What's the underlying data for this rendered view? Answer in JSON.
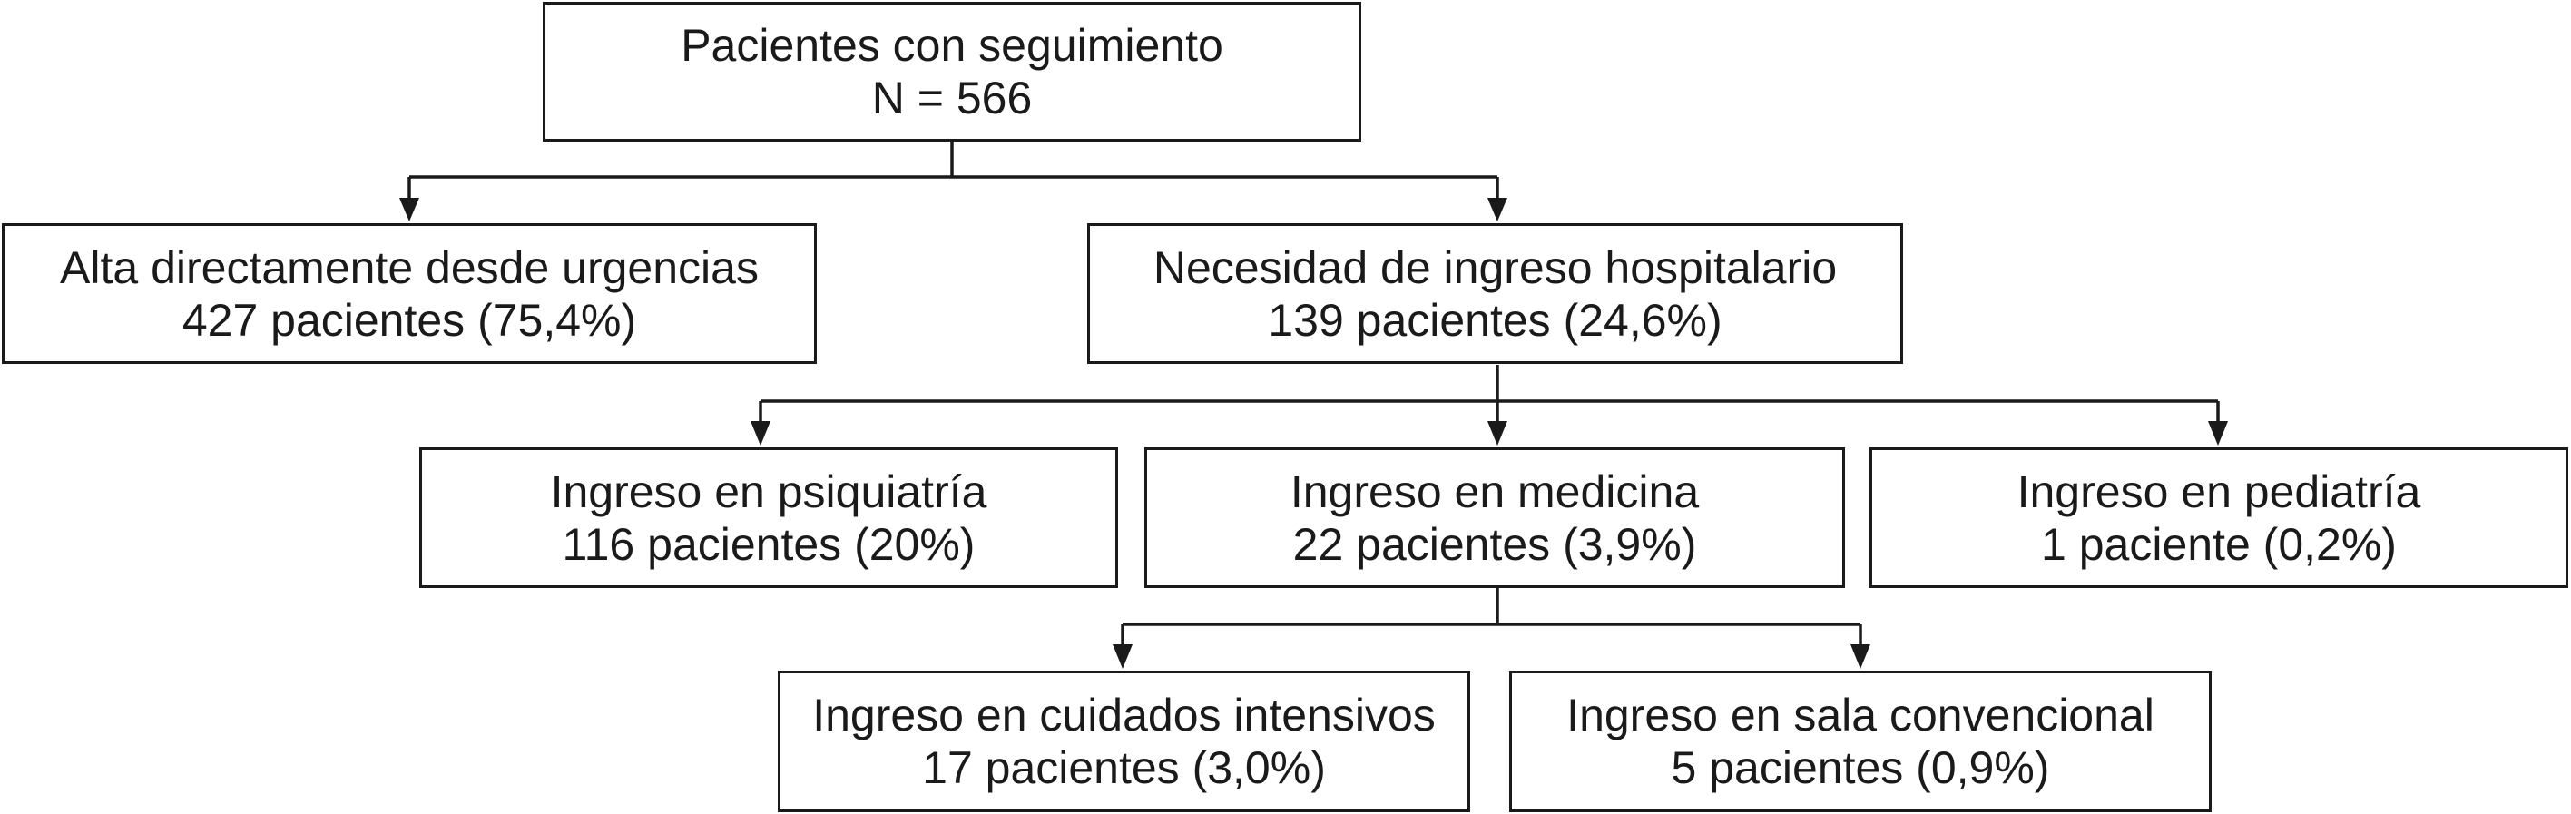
{
  "root": {
    "title": "Pacientes con seguimiento",
    "count": "N = 566"
  },
  "level1": {
    "alta": {
      "title": "Alta directamente desde urgencias",
      "count": "427 pacientes (75,4%)"
    },
    "ingreso": {
      "title": "Necesidad de ingreso hospitalario",
      "count": "139 pacientes (24,6%)"
    }
  },
  "level2": {
    "psiquiatria": {
      "title": "Ingreso en psiquiatría",
      "count": "116 pacientes (20%)"
    },
    "medicina": {
      "title": "Ingreso en medicina",
      "count": "22 pacientes (3,9%)"
    },
    "pediatria": {
      "title": "Ingreso en pediatría",
      "count": "1 paciente (0,2%)"
    }
  },
  "level3": {
    "uci": {
      "title": "Ingreso en cuidados intensivos",
      "count": "17 pacientes (3,0%)"
    },
    "sala": {
      "title": "Ingreso en sala convencional",
      "count": "5 pacientes (0,9%)"
    }
  }
}
